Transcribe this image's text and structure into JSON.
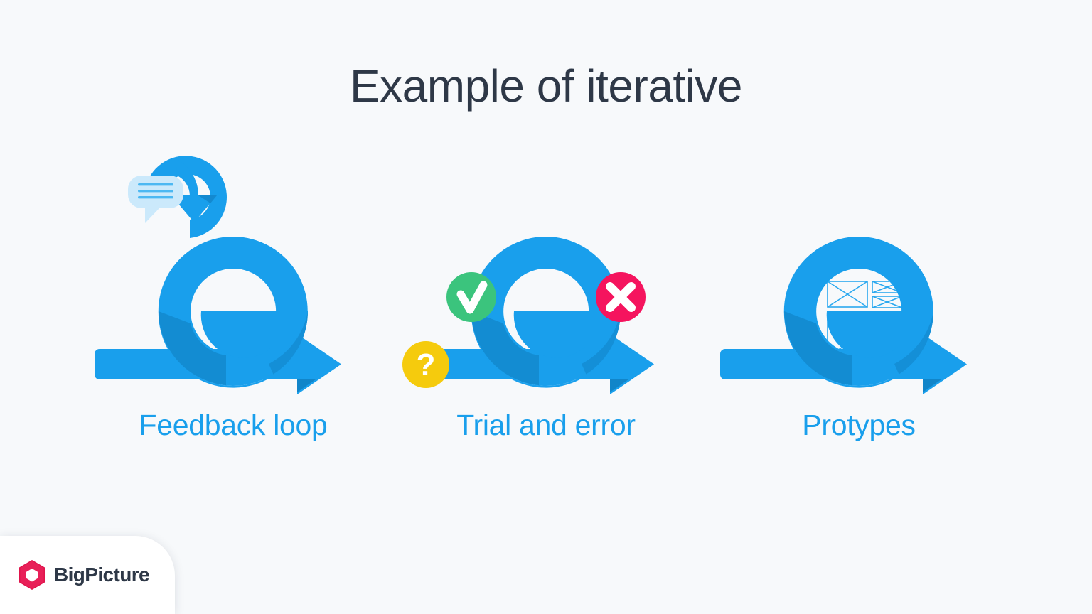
{
  "page": {
    "title": "Example of iterative",
    "background_color": "#f7f9fb",
    "title_color": "#2e3847"
  },
  "colors": {
    "blue": "#199fec",
    "blue_shadow": "#0f7cbe",
    "blue_light": "#cbe9fb",
    "green": "#3bc47d",
    "pink": "#f5145e",
    "yellow": "#f5cb0d",
    "wireframe_stroke": "#2aa8ef",
    "logo_pink": "#e0144c",
    "slate": "#2e3847",
    "white": "#ffffff"
  },
  "diagrams": [
    {
      "id": "feedback-loop",
      "label": "Feedback loop",
      "icon_name": "sprint-loop-with-feedback-bubble",
      "badges": [],
      "inner_icon": "speech-bubble"
    },
    {
      "id": "trial-and-error",
      "label": "Trial and error",
      "icon_name": "sprint-loop-with-status-badges",
      "badges": [
        {
          "name": "check-badge",
          "glyph": "✔",
          "color": "#3bc47d"
        },
        {
          "name": "cross-badge",
          "glyph": "✖",
          "color": "#f5145e"
        },
        {
          "name": "question-badge",
          "glyph": "?",
          "color": "#f5cb0d"
        }
      ],
      "inner_icon": "none"
    },
    {
      "id": "prototypes",
      "label": "Protypes",
      "icon_name": "sprint-loop-with-wireframe",
      "badges": [],
      "inner_icon": "wireframe-mockup"
    }
  ],
  "branding": {
    "name": "BigPicture",
    "logo_icon": "hexagon-logo-icon"
  }
}
